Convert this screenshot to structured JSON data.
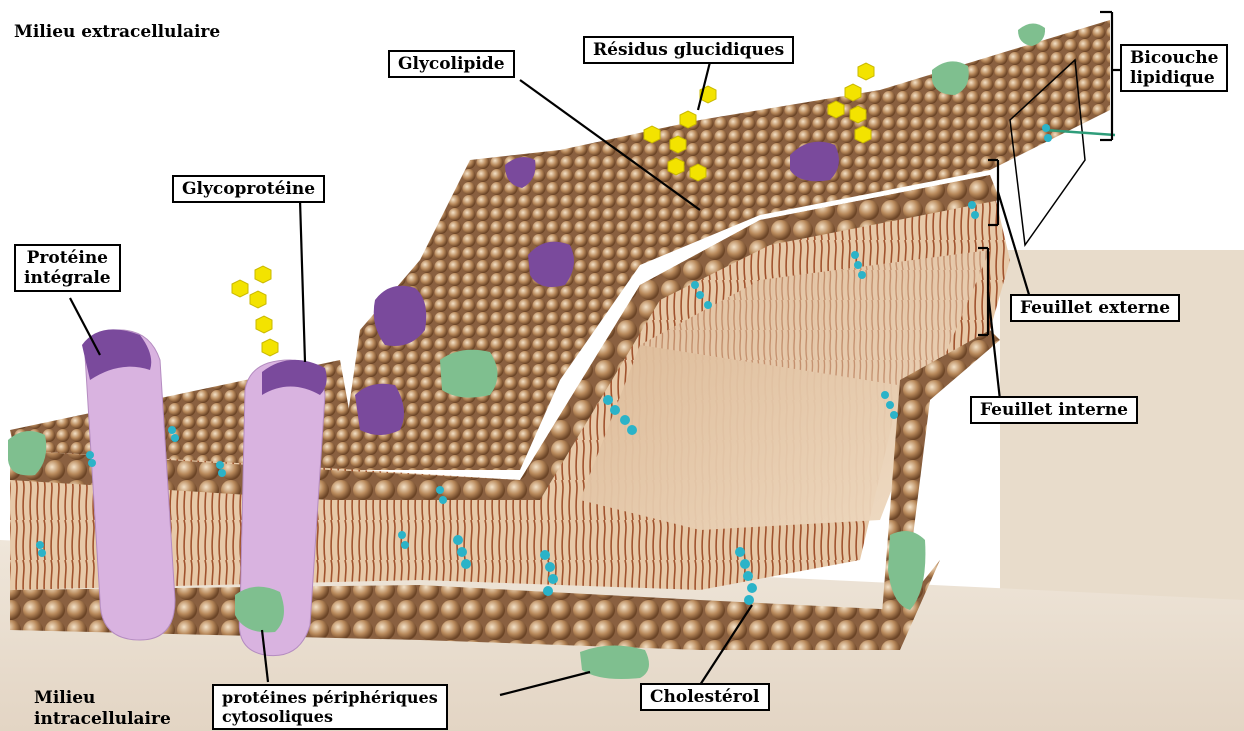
{
  "regions": {
    "extracellular": "Milieu extracellulaire",
    "intracellular_line1": "Milieu",
    "intracellular_line2": "intracellulaire"
  },
  "labels": {
    "integral_protein_line1": "Protéine",
    "integral_protein_line2": "intégrale",
    "glycoprotein": "Glycoprotéine",
    "glycolipid": "Glycolipide",
    "sugar_residues": "Résidus glucidiques",
    "bilayer_line1": "Bicouche",
    "bilayer_line2": "lipidique",
    "outer_leaflet": "Feuillet externe",
    "inner_leaflet": "Feuillet interne",
    "cholesterol": "Cholestérol",
    "peripheral_line1": "protéines périphériques",
    "peripheral_line2": "cytosoliques"
  },
  "colors": {
    "phospholipid_head": "#b98a5c",
    "lipid_tail": "#a0522d",
    "integral_protein": "#d9b3e0",
    "protein_cap": "#7a4a9c",
    "peripheral_protein": "#7fbf8f",
    "cholesterol": "#2bb3c8",
    "sugar": "#f3e300"
  }
}
